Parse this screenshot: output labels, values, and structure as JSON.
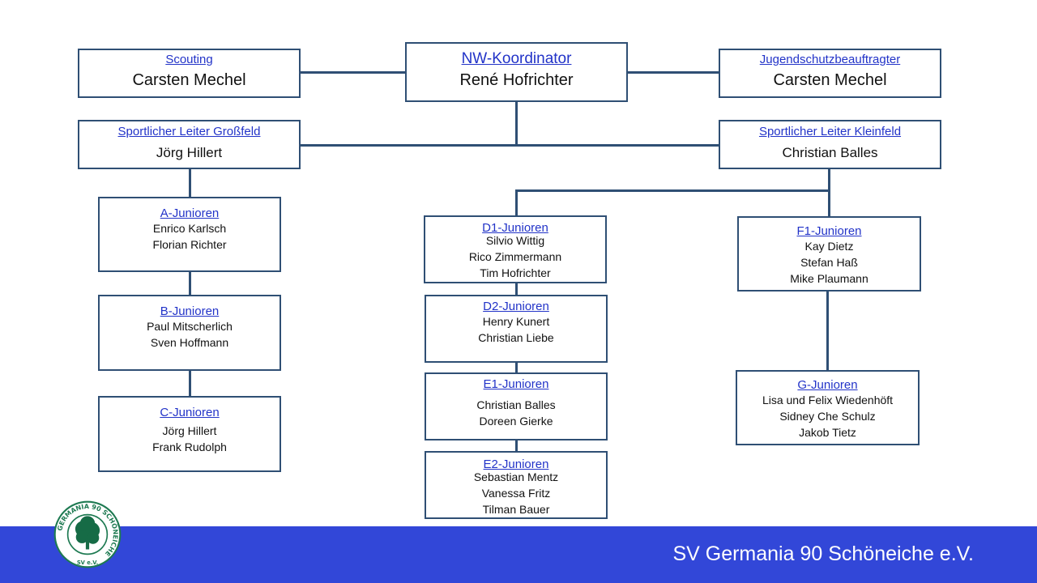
{
  "top": {
    "scouting": {
      "role": "Scouting",
      "person": "Carsten Mechel"
    },
    "coordinator": {
      "role": "NW-Koordinator",
      "person": "René Hofrichter"
    },
    "youth_protection": {
      "role": "Jugendschutzbeauftragter",
      "person": "Carsten Mechel"
    }
  },
  "leaders": {
    "grossfeld": {
      "role": "Sportlicher Leiter Großfeld",
      "person": "Jörg Hillert"
    },
    "kleinfeld": {
      "role": "Sportlicher Leiter Kleinfeld",
      "person": "Christian Balles"
    }
  },
  "teams": {
    "a": {
      "role": "A-Junioren",
      "people": [
        "Enrico Karlsch",
        "Florian Richter"
      ]
    },
    "b": {
      "role": "B-Junioren",
      "people": [
        "Paul Mitscherlich",
        "Sven Hoffmann"
      ]
    },
    "c": {
      "role": "C-Junioren",
      "people": [
        "Jörg Hillert",
        "Frank Rudolph"
      ]
    },
    "d1": {
      "role": "D1-Junioren",
      "people": [
        "Silvio Wittig",
        "Rico Zimmermann",
        "Tim Hofrichter"
      ]
    },
    "d2": {
      "role": "D2-Junioren",
      "people": [
        "Henry Kunert",
        "Christian Liebe"
      ]
    },
    "e1": {
      "role": "E1-Junioren",
      "people": [
        "Christian Balles",
        "Doreen Gierke"
      ]
    },
    "e2": {
      "role": "E2-Junioren",
      "people": [
        "Sebastian Mentz",
        "Vanessa Fritz",
        "Tilman Bauer"
      ]
    },
    "f1": {
      "role": "F1-Junioren",
      "people": [
        "Kay Dietz",
        "Stefan Haß",
        "Mike Plaumann"
      ]
    },
    "g": {
      "role": "G-Junioren",
      "people": [
        "Lisa und Felix Wiedenhöft",
        "Sidney Che Schulz",
        "Jakob Tietz"
      ]
    }
  },
  "footer": {
    "club_name": "SV Germania 90 Schöneiche e.V."
  },
  "logo": {
    "ring_text": "GERMANIA 90 SCHÖNEICHE",
    "bottom_text": "SV e.V.",
    "ring_color": "#1e7a52",
    "tree_color": "#166b46"
  }
}
